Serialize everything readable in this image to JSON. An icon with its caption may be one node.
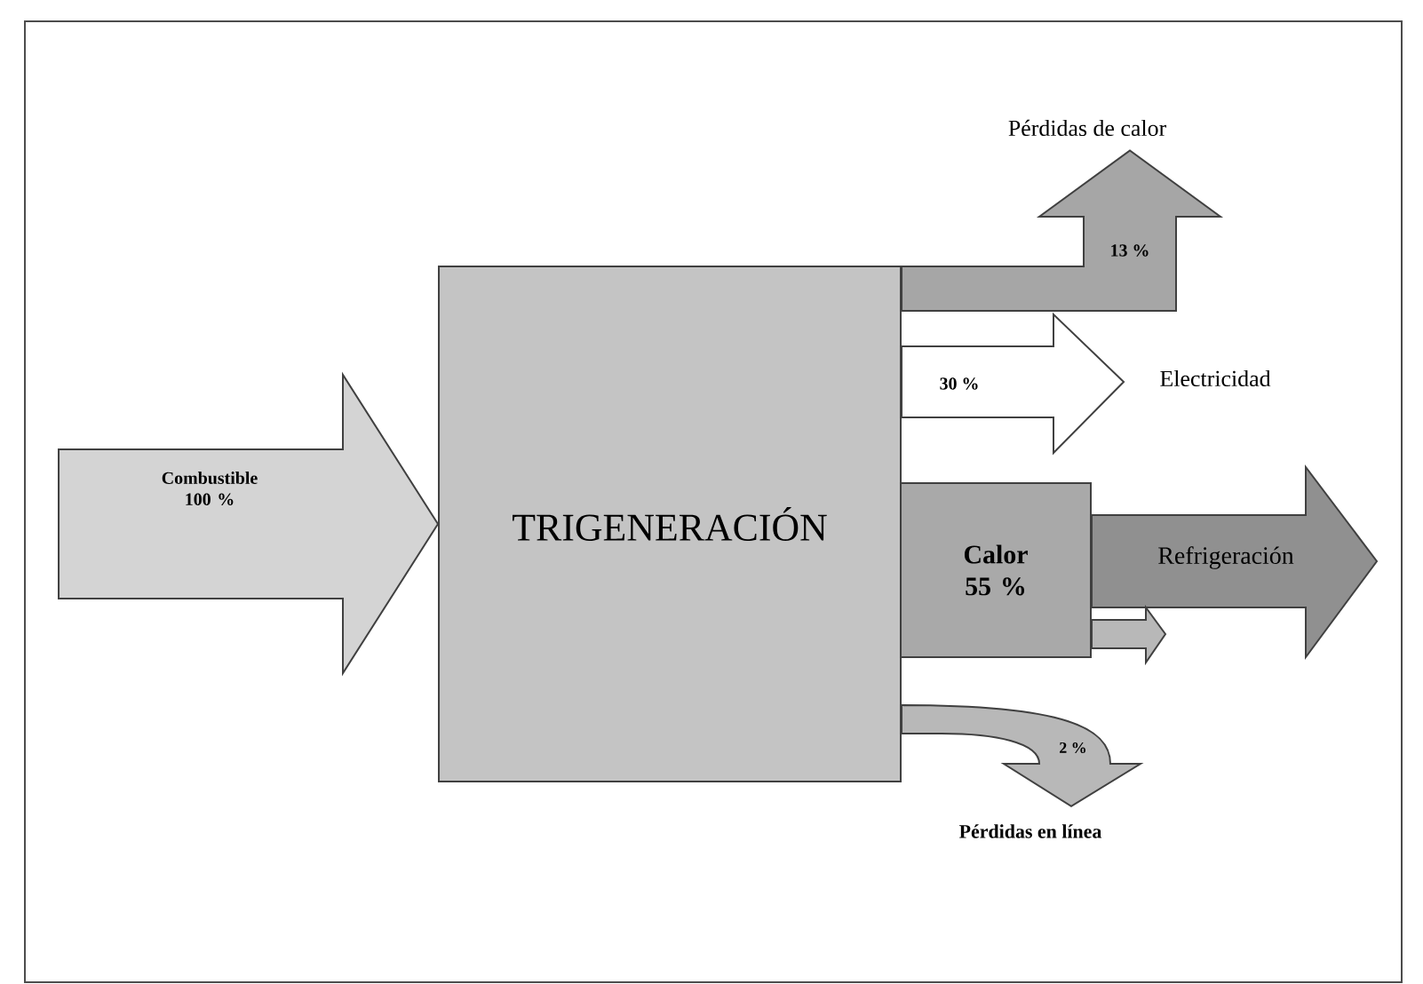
{
  "diagram": {
    "nodes": [
      {
        "text": [
          "TRIGENERACIÓN"
        ]
      },
      {
        "text": [
          "Calor 55 %"
        ]
      },
      {
        "text": [
          "Pérdidas de calor"
        ]
      },
      {
        "text": [
          "Electricidad"
        ]
      },
      {
        "text": [
          "Pérdidas en línea"
        ]
      }
    ],
    "edges": [
      {
        "from": null,
        "to": 0,
        "arrow": "to",
        "label": "Combustible 100 %",
        "color": "#d4d4d4"
      },
      {
        "from": 0,
        "to": 2,
        "arrow": "to",
        "label": "13 %",
        "color": "#a6a6a6"
      },
      {
        "from": 0,
        "to": 3,
        "arrow": "to",
        "label": "30 %",
        "color": "#ffffff"
      },
      {
        "from": 1,
        "to": null,
        "arrow": "to",
        "label": "Refrigeración",
        "color": "#909090"
      },
      {
        "from": 1,
        "to": null,
        "arrow": "to",
        "color": "#b8b8b8"
      },
      {
        "from": 0,
        "to": 4,
        "arrow": "to",
        "label": "2 %",
        "color": "#b8b8b8"
      }
    ]
  }
}
